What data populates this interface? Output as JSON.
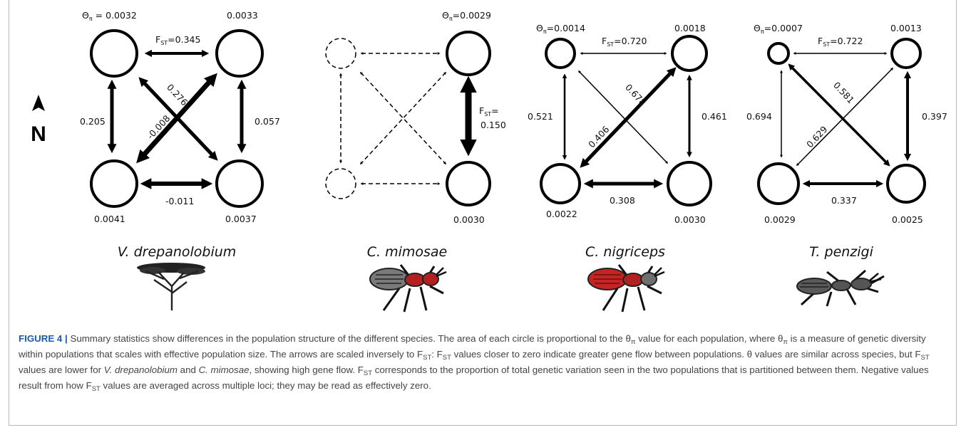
{
  "compass": {
    "label": "N"
  },
  "panels": [
    {
      "species": "V. drepanolobium",
      "icon": "acacia-tree",
      "theta": {
        "nw": "0.0032",
        "ne": "0.0033",
        "sw": "0.0041",
        "se": "0.0037"
      },
      "theta_symbol": "Θ",
      "theta_sub": "π",
      "fst_symbol": "F",
      "fst_sub": "ST",
      "fst": {
        "top": "0.345",
        "left": "0.205",
        "right": "0.057",
        "bottom": "-0.011",
        "diag_nw_se": "0.276",
        "diag_ne_sw": "-0.008"
      }
    },
    {
      "species": "C. mimosae",
      "icon": "red-black-ant",
      "theta": {
        "ne": "0.0029",
        "se": "0.0030"
      },
      "theta_symbol": "Θ",
      "theta_sub": "π",
      "fst_symbol": "F",
      "fst_sub": "ST",
      "fst": {
        "right": "0.150"
      }
    },
    {
      "species": "C. nigriceps",
      "icon": "red-ant",
      "theta": {
        "nw": "0.0014",
        "ne": "0.0018",
        "sw": "0.0022",
        "se": "0.0030"
      },
      "theta_symbol": "Θ",
      "theta_sub": "π",
      "fst_symbol": "F",
      "fst_sub": "ST",
      "fst": {
        "top": "0.720",
        "left": "0.521",
        "right": "0.461",
        "bottom": "0.308",
        "diag_nw_se": "0.678",
        "diag_ne_sw": "0.406"
      }
    },
    {
      "species": "T. penzigi",
      "icon": "dark-ant",
      "theta": {
        "nw": "0.0007",
        "ne": "0.0013",
        "sw": "0.0029",
        "se": "0.0025"
      },
      "theta_symbol": "Θ",
      "theta_sub": "π",
      "fst_symbol": "F",
      "fst_sub": "ST",
      "fst": {
        "top": "0.722",
        "left": "0.694",
        "right": "0.397",
        "bottom": "0.337",
        "diag_nw_se": "0.581",
        "diag_ne_sw": "0.629"
      }
    }
  ],
  "caption": {
    "label": "FIGURE 4 |",
    "p1": " Summary statistics show differences in the population structure of the different species. The area of each circle is proportional to the θ",
    "p1_sub": "π",
    "p2": " value for each population, where θ",
    "p2_sub": "π",
    "p3": " is a measure of genetic diversity within populations that scales with effective population size. The arrows are scaled inversely to F",
    "p3_sub": "ST",
    "p4": ": F",
    "p4_sub": "ST",
    "p5": " values closer to zero indicate greater gene flow between populations. θ values are similar across species, but F",
    "p5_sub": "ST",
    "p6": " values are lower for ",
    "p6_i1": "V. drepanolobium",
    "p6_mid": " and ",
    "p6_i2": "C. mimosae",
    "p7": ", showing high gene flow. F",
    "p7_sub": "ST",
    "p8": " corresponds to the proportion of total genetic variation seen in the two populations that is partitioned between them. Negative values result from how F",
    "p8_sub": "ST",
    "p9": " values are averaged across multiple loci; they may be read as effectively zero."
  }
}
